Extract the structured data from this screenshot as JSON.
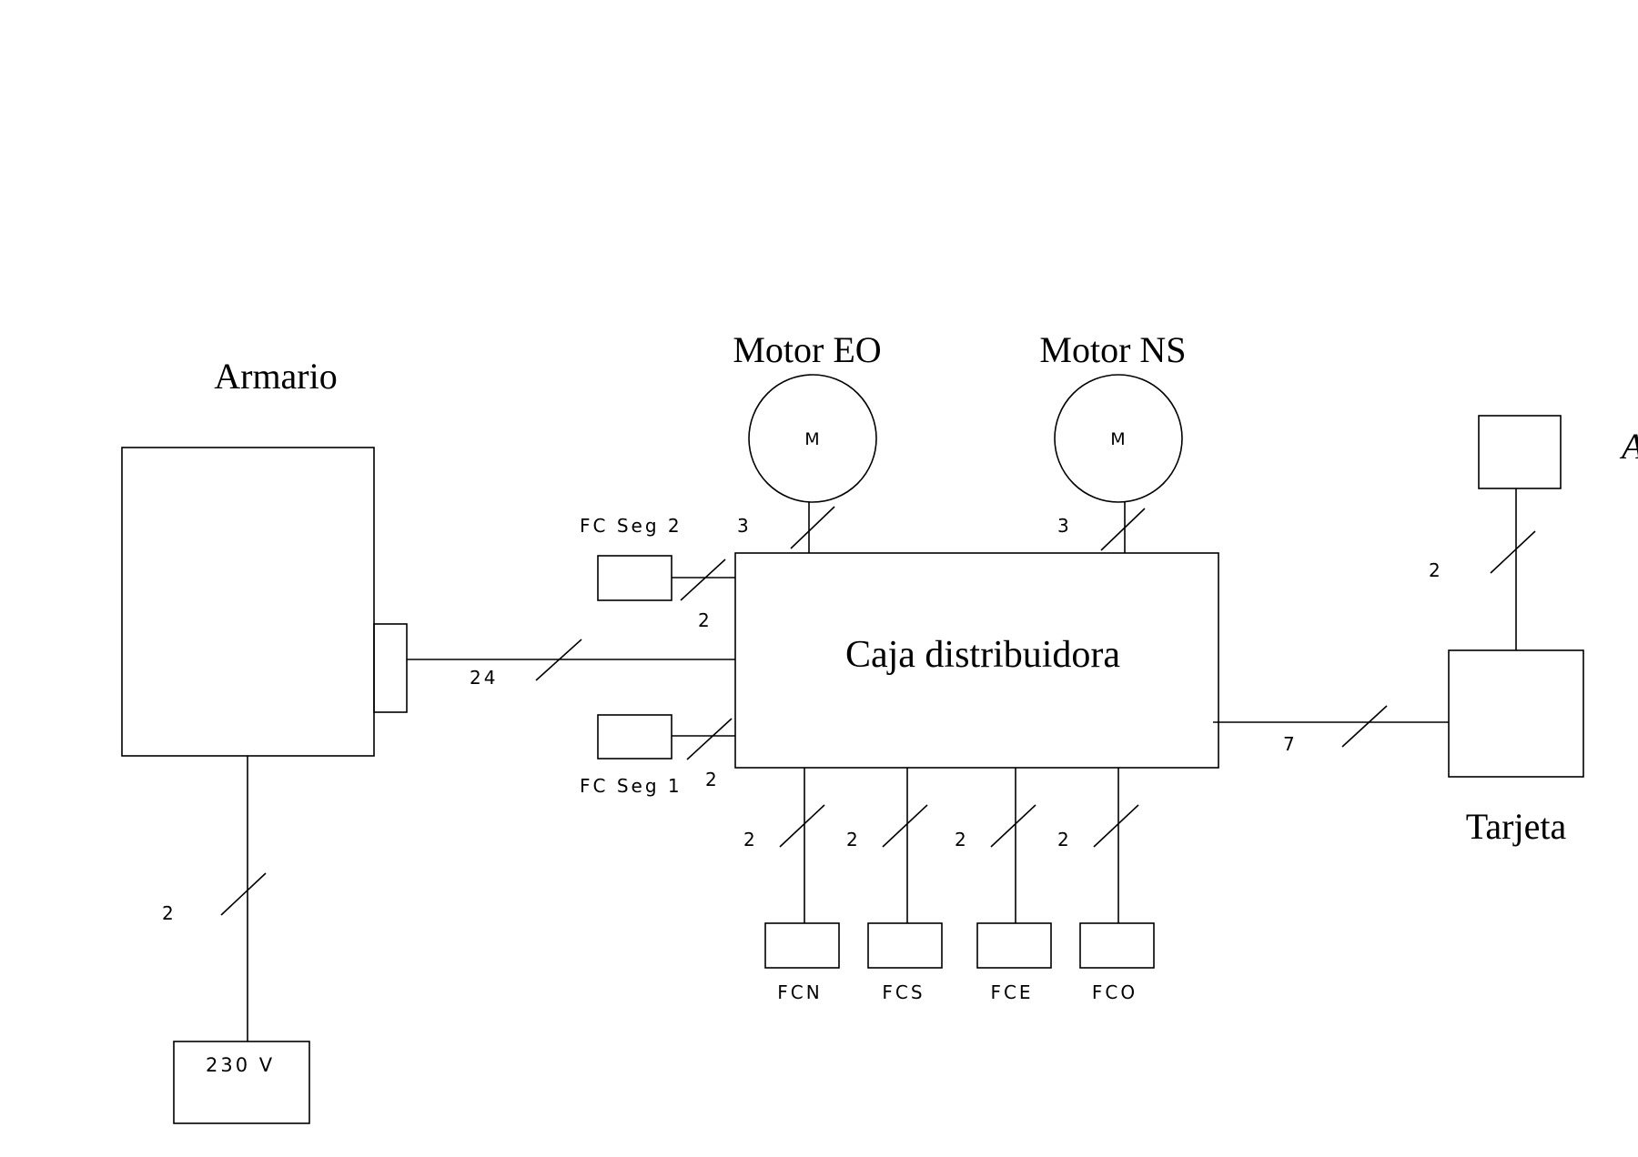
{
  "labels": {
    "armario": "Armario",
    "motor_eo": "Motor EO",
    "motor_ns": "Motor NS",
    "caja": "Caja distribuidora",
    "tarjeta": "Tarjeta",
    "motor_symbol": "M",
    "fc_seg_2": "FC Seg 2",
    "fc_seg_1": "FC Seg 1",
    "fcn": "FCN",
    "fcs": "FCS",
    "fce": "FCE",
    "fco": "FCO",
    "supply": "230 V",
    "cut_letter": "A"
  },
  "wire_counts": {
    "armario_caja": "24",
    "supply": "2",
    "motor_eo": "3",
    "motor_ns": "3",
    "fc_seg_2": "2",
    "fc_seg_1": "2",
    "fcn": "2",
    "fcs": "2",
    "fce": "2",
    "fco": "2",
    "tarjeta": "7",
    "tarjeta_top": "2"
  },
  "colors": {
    "line": "#000000",
    "background": "#ffffff"
  }
}
